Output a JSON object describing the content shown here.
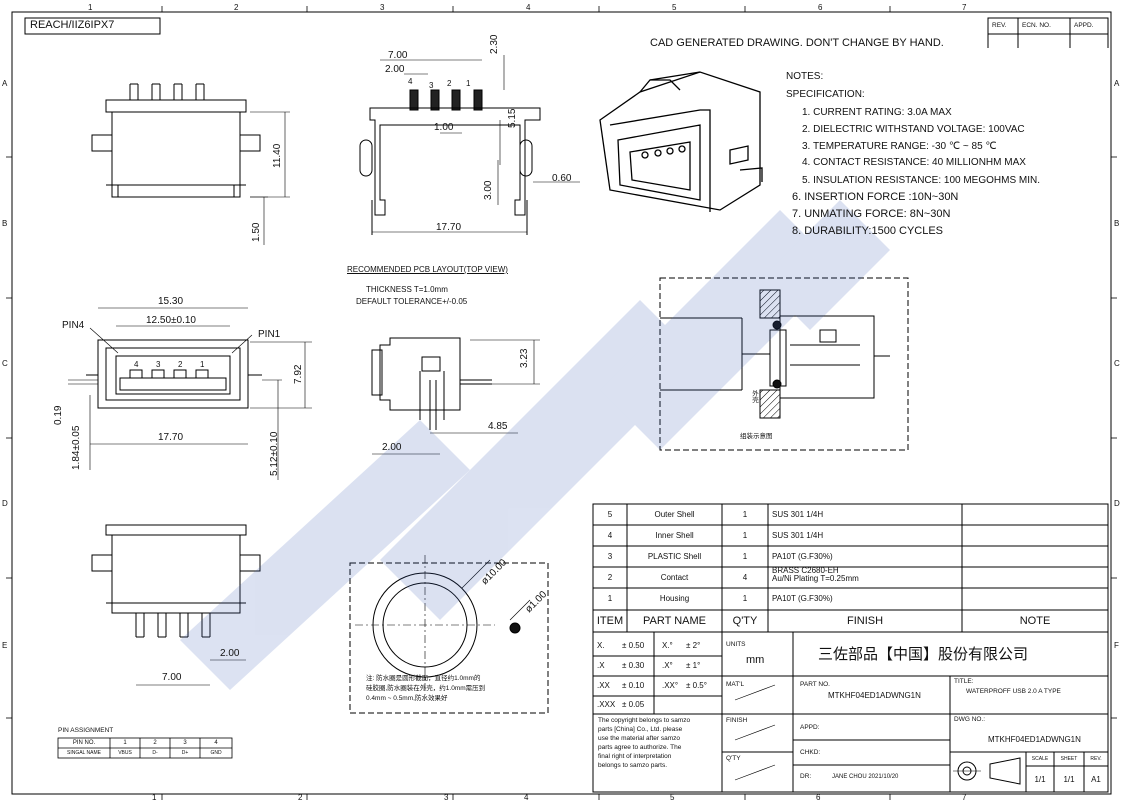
{
  "header": {
    "reach_label": "REACH/IIZ6IPX7",
    "cad_note": "CAD GENERATED DRAWING. DON'T CHANGE BY HAND.",
    "rev_cols": [
      "REV.",
      "ECN. NO.",
      "APPD."
    ]
  },
  "border": {
    "cols": [
      "1",
      "2",
      "3",
      "4",
      "5",
      "6",
      "7"
    ],
    "rows": [
      "A",
      "B",
      "C",
      "D",
      "E",
      "F"
    ]
  },
  "notes": {
    "title": "NOTES:",
    "spec": "SPECIFICATION:",
    "items": [
      "1. CURRENT RATING: 3.0A MAX",
      "2. DIELECTRIC WITHSTAND VOLTAGE: 100VAC",
      "3. TEMPERATURE RANGE: -30 ℃ ~ 85 ℃",
      "4. CONTACT RESISTANCE: 40 MILLIONHM MAX",
      "5. INSULATION RESISTANCE: 100 MEGOHMS MIN.",
      "6. INSERTION FORCE :10N~30N",
      "7. UNMATING FORCE: 8N~30N",
      "8. DURABILITY:1500 CYCLES"
    ]
  },
  "dims": {
    "d700": "7.00",
    "d200": "2.00",
    "d230": "2.30",
    "d100": "1.00",
    "d515": "5.15",
    "d300": "3.00",
    "d060": "0.60",
    "d1770": "17.70",
    "d1140": "11.40",
    "d150": "1.50",
    "d1530": "15.30",
    "d1250": "12.50±0.10",
    "pin4": "PIN4",
    "pin1": "PIN1",
    "d792": "7.92",
    "d019": "0.19",
    "d184": "1.84±0.05",
    "d1770b": "17.70",
    "d512": "5.12±0.10",
    "d323": "3.23",
    "d485": "4.85",
    "d200b": "2.00",
    "d200c": "2.00",
    "d700b": "7.00",
    "d1000": "ø10.00",
    "d100b": "ø1.00",
    "pins_front": [
      "4",
      "3",
      "2",
      "1"
    ],
    "pins_top": [
      "4",
      "3",
      "2",
      "1"
    ]
  },
  "pcb": {
    "title": "RECOMMENDED PCB LAYOUT(TOP VIEW)",
    "thickness": "THICKNESS T=1.0mm",
    "tolerance": "DEFAULT TOLERANCE+/-0.05"
  },
  "gasket_note": [
    "注: 防水圈是圆形截面，直径约1.0mm的",
    "硅胶圈,防水圈装在外壳，约1.0mm需压到",
    "0.4mm ~ 0.5mm,防水效果好"
  ],
  "cross_section_labels": [
    "外壳",
    "组装示意图"
  ],
  "pin_assignment": {
    "title": "PIN ASSIGNMENT",
    "rows": [
      [
        "PIN NO.",
        "1",
        "2",
        "3",
        "4"
      ],
      [
        "SINGAL NAME",
        "VBUS",
        "D-",
        "D+",
        "GND"
      ]
    ]
  },
  "bom": {
    "rows": [
      [
        "5",
        "Outer Shell",
        "1",
        "SUS 301 1/4H",
        ""
      ],
      [
        "4",
        "Inner Shell",
        "1",
        "SUS 301 1/4H",
        ""
      ],
      [
        "3",
        "PLASTIC Shell",
        "1",
        "PA10T (G.F30%)",
        ""
      ],
      [
        "2",
        "Contact",
        "4",
        "BRASS C2680-EH|Au/Ni Plating T=0.25mm",
        ""
      ],
      [
        "1",
        "Housing",
        "1",
        "PA10T (G.F30%)",
        ""
      ]
    ],
    "headers": [
      "ITEM",
      "PART NAME",
      "Q'TY",
      "FINISH",
      "NOTE"
    ]
  },
  "title_block": {
    "tol": [
      [
        "X.",
        "± 0.50",
        "X.°",
        "± 2°"
      ],
      [
        ".X",
        "± 0.30",
        ".X°",
        "± 1°"
      ],
      [
        ".XX",
        "± 0.10",
        ".XX°",
        "± 0.5°"
      ],
      [
        ".XXX",
        "± 0.05",
        "",
        ""
      ]
    ],
    "units_label": "UNITS",
    "units": "mm",
    "company": "三佐部品【中国】股份有限公司",
    "matl": "MAT'L",
    "part_no_label": "PART NO.",
    "part_no": "MTKHF04ED1ADWNG1N",
    "title_label": "TITLE:",
    "title": "WATERPROFF USB 2.0 A TYPE",
    "copyright": [
      "The copyright belongs to samzo",
      "parts [China] Co., Ltd. please",
      "use the material after samzo",
      "parts agree to authorize. The",
      "final right of interpretation",
      "belongs to samzo parts."
    ],
    "finish": "FINISH",
    "qty": "Q'TY",
    "appd": "APPD:",
    "chkd": "CHKD:",
    "dr": "DR:",
    "dr_val": "JANE CHOU 2021/10/20",
    "dwg_label": "DWG NO.:",
    "dwg_no": "MTKHF04ED1ADWNG1N",
    "scale_hdr": [
      "SCALE",
      "SHEET",
      "REV."
    ],
    "scale_val": [
      "1/1",
      "1/1",
      "A1"
    ]
  }
}
